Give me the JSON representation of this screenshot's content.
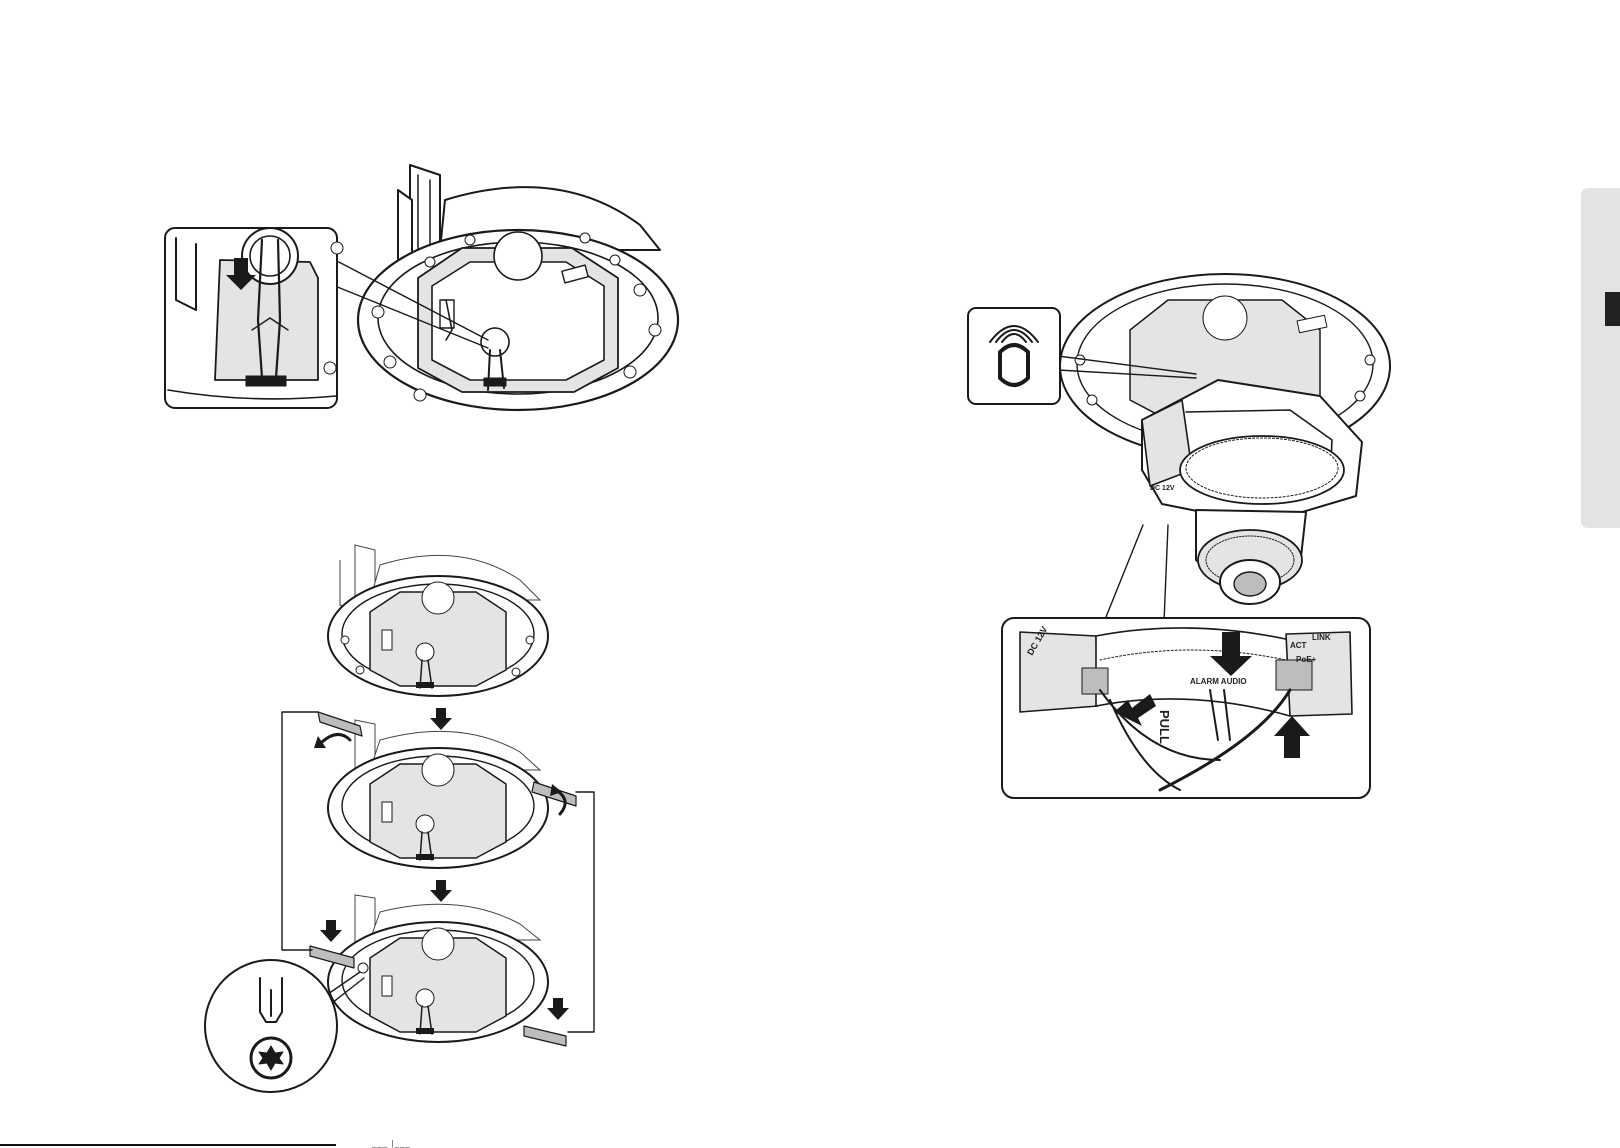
{
  "page": {
    "footer_text": "___ |___"
  },
  "illustrations": {
    "camera_labels": {
      "dc_12v": "DC 12V",
      "polarity": "+ -",
      "alarm_audio": "ALARM AUDIO",
      "pull": "PULL",
      "act": "ACT",
      "link": "LINK",
      "poe": "PoE+"
    }
  },
  "icons": {
    "magnet": "magnet-icon",
    "torx": "torx-screwdriver-icon",
    "push_down": "arrow-down-icon",
    "rotate": "rotate-icon"
  },
  "colors": {
    "line": "#1a1a1a",
    "fill_light": "#e4e4e4",
    "fill_dark": "#bdbdbd",
    "tab": "#e3e3e3"
  }
}
